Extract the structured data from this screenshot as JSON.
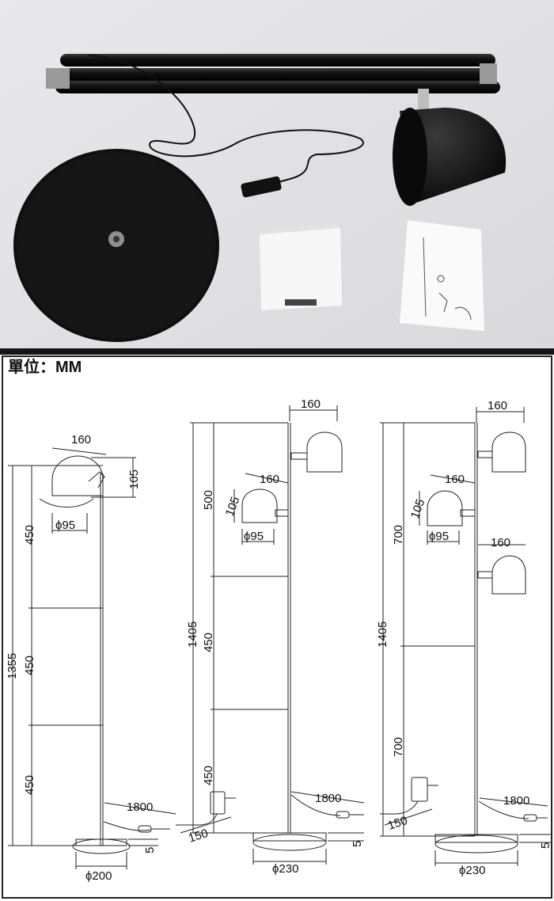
{
  "unit_label": "單位：MM",
  "lamp1": {
    "head_width": "160",
    "head_height": "105",
    "head_dia": "ϕ95",
    "total_height": "1355",
    "segment_1": "450",
    "segment_2": "450",
    "segment_3": "450",
    "cable_length": "1800",
    "base_dia": "ϕ200",
    "base_thickness": "5"
  },
  "lamp2": {
    "head_top_width": "160",
    "head_mid_width": "160",
    "head_height": "105",
    "head_dia": "ϕ95",
    "total_height": "1405",
    "segment_top": "500",
    "segment_mid": "450",
    "segment_bottom": "450",
    "cable_length": "1800",
    "adapter_length": "150",
    "base_dia": "ϕ230",
    "base_thickness": "5"
  },
  "lamp3": {
    "head_top_width": "160",
    "head_mid_width": "160",
    "head_low_width": "160",
    "head_height": "105",
    "head_dia": "ϕ95",
    "total_height": "1405",
    "segment_top": "700",
    "segment_bottom": "700",
    "cable_length": "1800",
    "adapter_length": "150",
    "base_dia": "ϕ230",
    "base_thickness": "5"
  },
  "colors": {
    "lamp_black": "#111111",
    "background_photo": "#e4e4e6",
    "divider": "#151515"
  }
}
